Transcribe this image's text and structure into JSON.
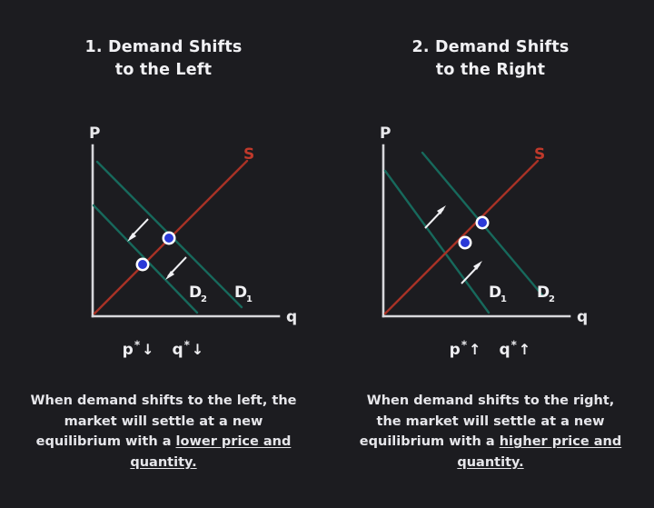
{
  "background_color": "#1c1c20",
  "colors": {
    "background": "#1c1c20",
    "supply_curve": "#a83226",
    "supply_label": "#c0392b",
    "demand_curve": "#17695c",
    "axis": "#d8d8dc",
    "text": "#e9e9ec",
    "equilibrium_fill": "#2b3ad8",
    "equilibrium_ring": "#ffffff",
    "arrow": "#f0f0f3"
  },
  "panels": [
    {
      "id": "demand-shifts-left",
      "title": "1. Demand Shifts\nto the Left",
      "chart": {
        "y_axis_label": "P",
        "x_axis_label": "q",
        "supply_label": "S",
        "demand_labels": [
          {
            "base": "D",
            "sub": "2"
          },
          {
            "base": "D",
            "sub": "1"
          }
        ],
        "shift_direction": "left"
      },
      "effects": [
        {
          "symbol": "p",
          "star": "*",
          "arrow": "↓"
        },
        {
          "symbol": "q",
          "star": "*",
          "arrow": "↓"
        }
      ],
      "caption_plain": "When demand shifts to the left, the market will settle at a new equilibrium with a ",
      "caption_underlined": "lower price and quantity."
    },
    {
      "id": "demand-shifts-right",
      "title": "2. Demand Shifts\nto the Right",
      "chart": {
        "y_axis_label": "P",
        "x_axis_label": "q",
        "supply_label": "S",
        "demand_labels": [
          {
            "base": "D",
            "sub": "1"
          },
          {
            "base": "D",
            "sub": "2"
          }
        ],
        "shift_direction": "right"
      },
      "effects": [
        {
          "symbol": "p",
          "star": "*",
          "arrow": "↑"
        },
        {
          "symbol": "q",
          "star": "*",
          "arrow": "↑"
        }
      ],
      "caption_plain": "When demand shifts to the right, the market will settle at a new equilibrium with a ",
      "caption_underlined": "higher price and quantity."
    }
  ],
  "chart_data": {
    "type": "line",
    "title": "Demand Shifts: Left vs. Right",
    "xlabel": "q",
    "ylabel": "P",
    "grid": false,
    "legend": "inline-curve-labels",
    "panels": [
      {
        "name": "1. Demand Shifts to the Left",
        "xlim": [
          0,
          10
        ],
        "ylim": [
          0,
          10
        ],
        "series": [
          {
            "name": "S",
            "role": "supply",
            "color": "#a83226",
            "points": [
              [
                0.05,
                0.2
              ],
              [
                8.6,
                8.7
              ]
            ],
            "label_position": [
              8.9,
              9.0
            ]
          },
          {
            "name": "D1",
            "role": "demand-original",
            "color": "#17695c",
            "points": [
              [
                0.1,
                8.6
              ],
              [
                8.0,
                0.6
              ]
            ],
            "label_position": [
              7.9,
              1.0
            ]
          },
          {
            "name": "D2",
            "role": "demand-shifted",
            "color": "#17695c",
            "points": [
              [
                0.1,
                6.2
              ],
              [
                5.6,
                0.15
              ]
            ],
            "label_position": [
              5.5,
              1.0
            ]
          }
        ],
        "equilibria": [
          {
            "name": "original",
            "x": 4.2,
            "y": 4.45
          },
          {
            "name": "new",
            "x": 2.75,
            "y": 2.95
          }
        ],
        "annotations": [
          {
            "type": "arrow",
            "direction": "down-left",
            "from": [
              3.2,
              5.1
            ],
            "to": [
              2.1,
              4.2
            ]
          },
          {
            "type": "arrow",
            "direction": "down-left",
            "from": [
              5.6,
              2.9
            ],
            "to": [
              4.5,
              2.0
            ]
          }
        ]
      },
      {
        "name": "2. Demand Shifts to the Right",
        "xlim": [
          0,
          10
        ],
        "ylim": [
          0,
          10
        ],
        "series": [
          {
            "name": "S",
            "role": "supply",
            "color": "#a83226",
            "points": [
              [
                0.05,
                0.2
              ],
              [
                8.6,
                8.7
              ]
            ],
            "label_position": [
              8.9,
              9.0
            ]
          },
          {
            "name": "D1",
            "role": "demand-original",
            "color": "#17695c",
            "points": [
              [
                0.1,
                7.5
              ],
              [
                6.6,
                0.15
              ]
            ],
            "label_position": [
              6.1,
              1.0
            ]
          },
          {
            "name": "D2",
            "role": "demand-shifted",
            "color": "#17695c",
            "points": [
              [
                1.5,
                9.0
              ],
              [
                8.5,
                1.0
              ]
            ],
            "label_position": [
              8.4,
              1.0
            ]
          }
        ],
        "equilibria": [
          {
            "name": "original",
            "x": 3.35,
            "y": 3.55
          },
          {
            "name": "new",
            "x": 4.55,
            "y": 4.75
          }
        ],
        "annotations": [
          {
            "type": "arrow",
            "direction": "up-right",
            "from": [
              2.1,
              4.6
            ],
            "to": [
              3.2,
              5.5
            ]
          },
          {
            "type": "arrow",
            "direction": "up-right",
            "from": [
              4.6,
              1.9
            ],
            "to": [
              5.7,
              2.8
            ]
          }
        ]
      }
    ]
  }
}
